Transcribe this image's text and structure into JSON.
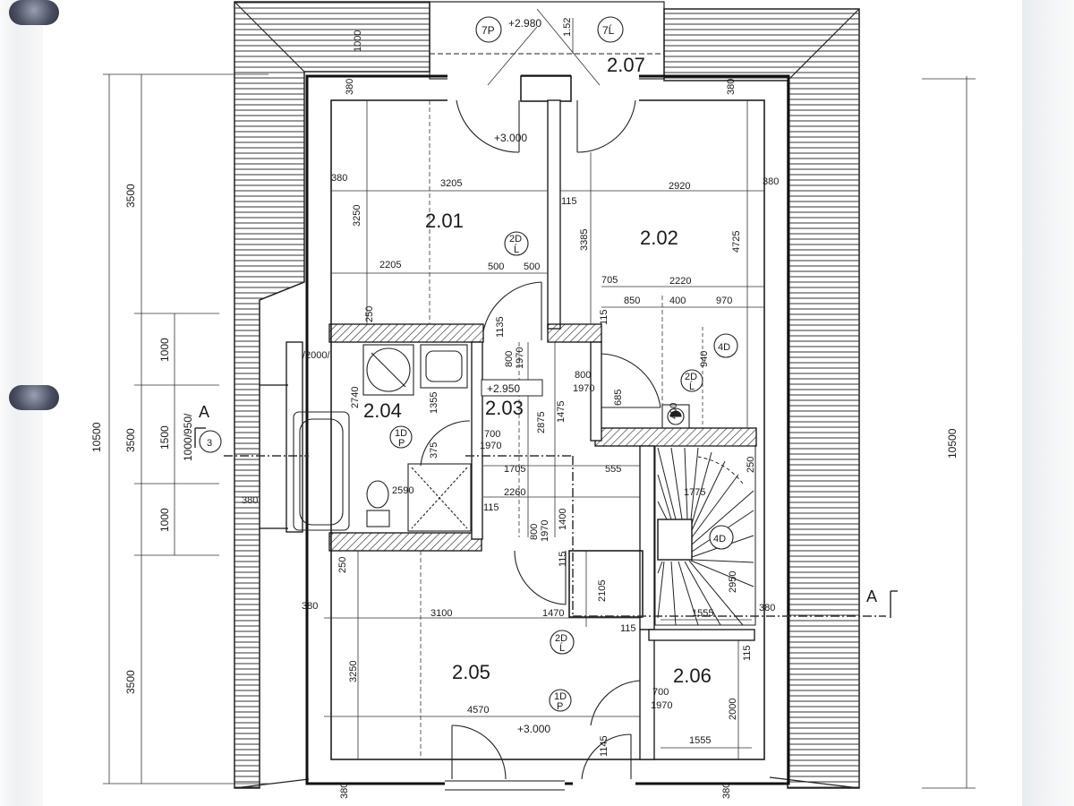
{
  "rooms": {
    "r201": "2.01",
    "r202": "2.02",
    "r203": "2.03",
    "r204": "2.04",
    "r205": "2.05",
    "r206": "2.06",
    "r207": "2.07"
  },
  "levels": {
    "top": "+2.980",
    "balcony": "+3.000",
    "hall": "+2.950",
    "bottom": "+3.000"
  },
  "tags": {
    "t7p": "7P",
    "t7l": "7Ĺ",
    "t2d_201": "2D",
    "t2d_201_sub": "Ĺ",
    "t4d_a": "4D",
    "t2d_202": "2D",
    "t2d_202_sub": "Ĺ",
    "t1d_204": "1D",
    "t1d_204_sub": "P",
    "t4d_b": "4D",
    "t2d_205": "2D",
    "t2d_205_sub": "Ĺ",
    "t1d_205": "1D",
    "t1d_205_sub": "P",
    "grid3": "3"
  },
  "section": {
    "left": "A",
    "right": "A"
  },
  "dims": {
    "top_1000": "1000",
    "top_152": "1.52",
    "d380_tl": "380",
    "d380_tr": "380",
    "d380_l1": "380",
    "d3205": "3205",
    "d115_a": "115",
    "d2920": "2920",
    "d380_r1": "380",
    "d3250_a": "3250",
    "d3385": "3385",
    "d4725": "4725",
    "d2205": "2205",
    "d500_a": "500",
    "d500_b": "500",
    "d705": "705",
    "d2220": "2220",
    "d850": "850",
    "d400": "400",
    "d970": "970",
    "d250_a": "250",
    "d1135": "1135",
    "d115_b": "115",
    "d2000": "/2000/",
    "d2740": "2740",
    "d1355": "1355",
    "d800_a": "800",
    "d1970_a": "1970",
    "d800_b": "800",
    "d1970_b": "1970",
    "d940": "940",
    "d685": "685",
    "d400_b": "400",
    "d1475": "1475",
    "d2875": "2875",
    "d375": "375",
    "d700_a": "700",
    "d1970_c": "1970",
    "d1705": "1705",
    "d555": "555",
    "d250_b": "250",
    "d1775": "1775",
    "d2590": "2590",
    "d2260": "2260",
    "d115_c": "115",
    "d380_l2": "380",
    "d800_c": "800",
    "d1970_d": "1970",
    "d1400": "1400",
    "d115_d": "115",
    "d2105": "2105",
    "d2950": "2950",
    "d250_c": "250",
    "d380_l3": "380",
    "d3100": "3100",
    "d1470": "1470",
    "d1555_a": "1555",
    "d380_r2": "380",
    "d115_e": "115",
    "d115_f": "115",
    "d3250_b": "3250",
    "d700_b": "700",
    "d1970_e": "1970",
    "d2000_b": "2000",
    "d4570": "4570",
    "d1145": "1145",
    "d1555_b": "1555",
    "d380_bl": "380",
    "d380_br": "380",
    "ext_3500_a": "3500",
    "ext_10500_l": "10500",
    "ext_1000_a": "1000",
    "ext_3500_b": "3500",
    "ext_1500": "1500",
    "ext_1000950": "1000/950/",
    "ext_1000_b": "1000",
    "ext_3500_c": "3500",
    "ext_10500_r": "10500"
  }
}
